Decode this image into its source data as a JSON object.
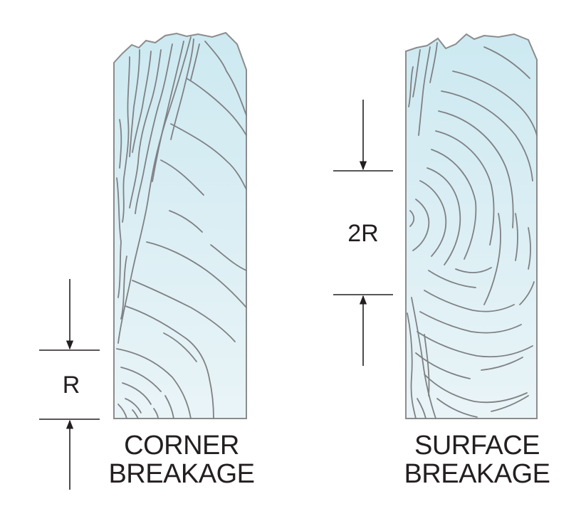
{
  "left_figure": {
    "dimension_label": "R",
    "caption_line1": "CORNER",
    "caption_line2": "BREAKAGE"
  },
  "right_figure": {
    "dimension_label": "2R",
    "caption_line1": "SURFACE",
    "caption_line2": "BREAKAGE"
  },
  "colors": {
    "glass_top": "#cde9f1",
    "glass_bottom": "#e9f4f7",
    "glass_outline": "#8c8c8c",
    "crack_line": "#7f8184",
    "dimension_line": "#231f20",
    "text": "#231f20"
  }
}
